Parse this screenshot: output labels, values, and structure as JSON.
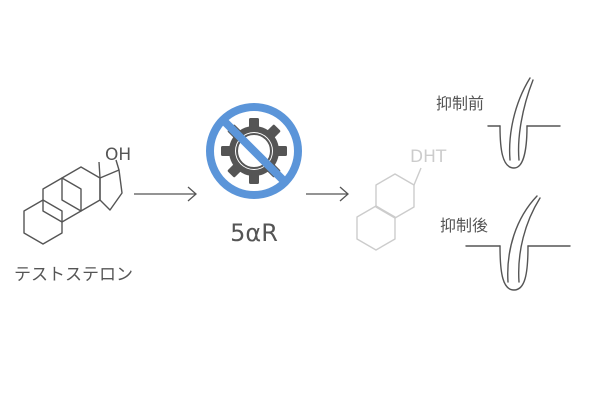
{
  "molecules": {
    "testosterone": {
      "name": "テストステロン",
      "substituent": "OH"
    },
    "dht": {
      "name": "DHT"
    }
  },
  "enzyme": {
    "label": "5αR",
    "icon": "gear-icon",
    "prohibition_icon": "no-symbol-icon"
  },
  "hair": {
    "before_label": "抑制前",
    "after_label": "抑制後"
  },
  "colors": {
    "line": "#555555",
    "faded": "#cccccc",
    "accent": "#5b95d9",
    "background": "#ffffff"
  }
}
